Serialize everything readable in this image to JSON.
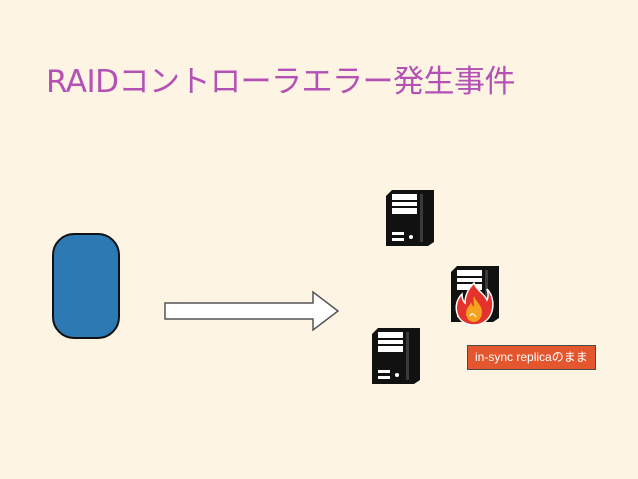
{
  "slide": {
    "title": "RAIDコントローラエラー発生事件",
    "title_color": "#b451b4",
    "background": "#fdf4e3"
  },
  "storage": {
    "fill": "#2c79b4",
    "icon": "storage-pill-icon"
  },
  "arrow": {
    "icon": "right-arrow-icon",
    "fill": "#ffffff",
    "stroke": "#555555"
  },
  "servers": [
    {
      "id": "server-top",
      "icon": "server-tower-icon",
      "status": "ok"
    },
    {
      "id": "server-middle",
      "icon": "server-tower-icon",
      "status": "error"
    },
    {
      "id": "server-bottom",
      "icon": "server-tower-icon",
      "status": "ok"
    }
  ],
  "error_icon": {
    "icon": "fire-icon",
    "outer": "#e5322d",
    "inner": "#f6a21e"
  },
  "badge": {
    "label": "in-sync replicaのまま",
    "fill": "#e4572e",
    "text_color": "#ffffff"
  }
}
